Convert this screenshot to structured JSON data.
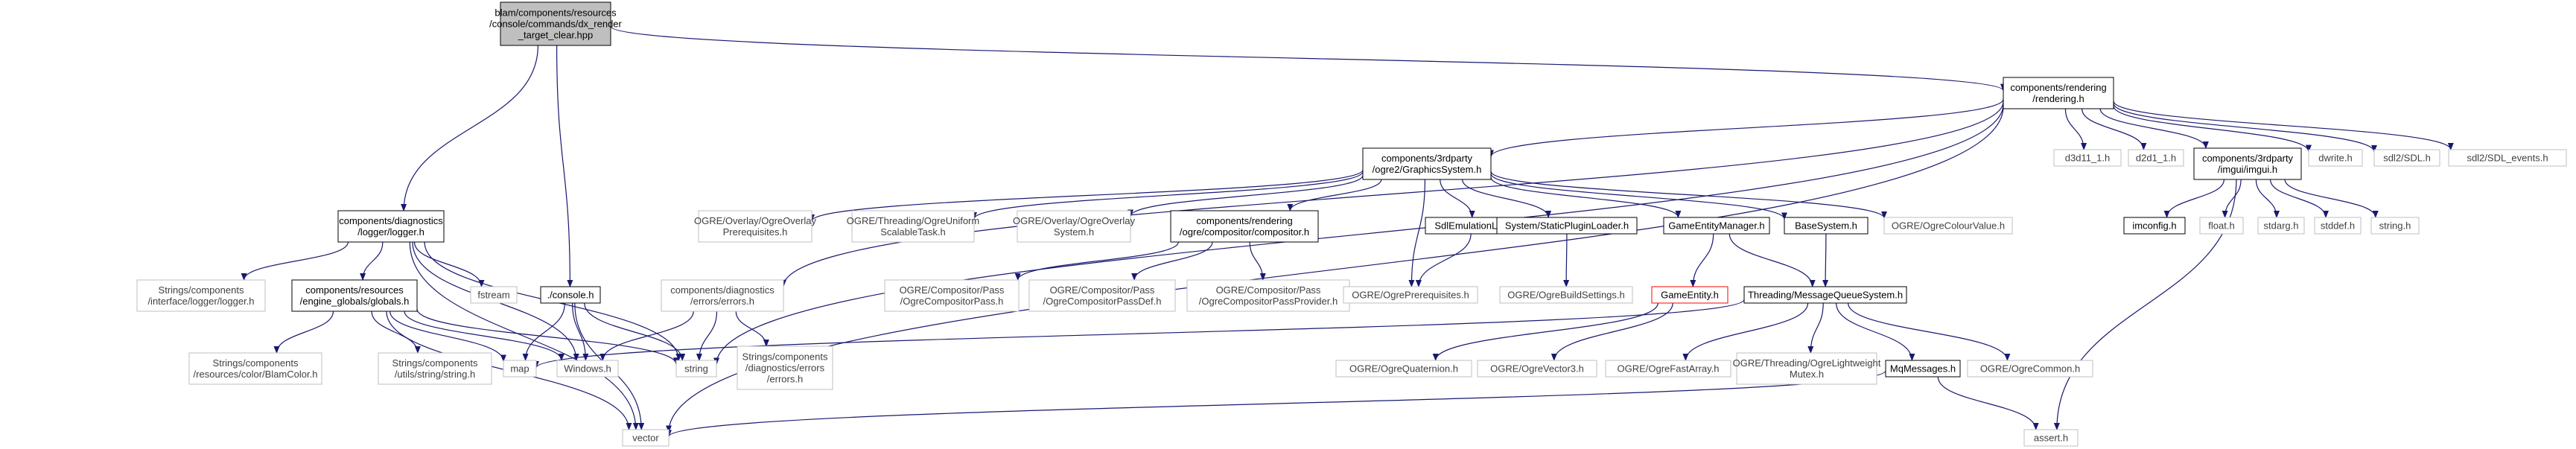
{
  "nodes": {
    "root": [
      "blam/components/resources",
      "/console/commands/dx_render",
      "_target_clear.hpp"
    ],
    "rendering": [
      "components/rendering",
      "/rendering.h"
    ],
    "logger": [
      "components/diagnostics",
      "/logger/logger.h"
    ],
    "console": [
      "./console.h"
    ],
    "graphics_system": [
      "components/3rdparty",
      "/ogre2/GraphicsSystem.h"
    ],
    "errors": [
      "components/diagnostics",
      "/errors/errors.h"
    ],
    "d3d11_1": [
      "d3d11_1.h"
    ],
    "d2d1_1": [
      "d2d1_1.h"
    ],
    "imgui": [
      "components/3rdparty",
      "/imgui/imgui.h"
    ],
    "dwrite": [
      "dwrite.h"
    ],
    "sdl": [
      "sdl2/SDL.h"
    ],
    "sdl_events": [
      "sdl2/SDL_events.h"
    ],
    "iface_logger": [
      "Strings/components",
      "/interface/logger/logger.h"
    ],
    "globals": [
      "components/resources",
      "/engine_globals/globals.h"
    ],
    "fstream": [
      "fstream"
    ],
    "overlay_prereq": [
      "OGRE/Overlay/OgreOverlay",
      "Prerequisites.h"
    ],
    "uniform_task": [
      "OGRE/Threading/OgreUniform",
      "ScalableTask.h"
    ],
    "overlay_system": [
      "OGRE/Overlay/OgreOverlay",
      "System.h"
    ],
    "compositor": [
      "components/rendering",
      "/ogre/compositor/compositor.h"
    ],
    "sdl_emulation": [
      "SdlEmulationLayer.h"
    ],
    "static_plugin": [
      "System/StaticPluginLoader.h"
    ],
    "entity_manager": [
      "GameEntityManager.h"
    ],
    "base_system": [
      "BaseSystem.h"
    ],
    "colour_value": [
      "OGRE/OgreColourValue.h"
    ],
    "imconfig": [
      "imconfig.h"
    ],
    "float": [
      "float.h"
    ],
    "stdarg": [
      "stdarg.h"
    ],
    "stddef": [
      "stddef.h"
    ],
    "string_h": [
      "string.h"
    ],
    "blam_color": [
      "Strings/components",
      "/resources/color/BlamColor.h"
    ],
    "map": [
      "map"
    ],
    "utils_string": [
      "Strings/components",
      "/utils/string/string.h"
    ],
    "windows": [
      "Windows.h"
    ],
    "string": [
      "string"
    ],
    "diag_errors": [
      "Strings/components",
      "/diagnostics/errors",
      "/errors.h"
    ],
    "comp_pass": [
      "OGRE/Compositor/Pass",
      "/OgreCompositorPass.h"
    ],
    "comp_pass_def": [
      "OGRE/Compositor/Pass",
      "/OgreCompositorPassDef.h"
    ],
    "comp_pass_provider": [
      "OGRE/Compositor/Pass",
      "/OgreCompositorPassProvider.h"
    ],
    "ogre_prereq": [
      "OGRE/OgrePrerequisites.h"
    ],
    "build_settings": [
      "OGRE/OgreBuildSettings.h"
    ],
    "game_entity": [
      "GameEntity.h"
    ],
    "mq_system": [
      "Threading/MessageQueueSystem.h"
    ],
    "quaternion": [
      "OGRE/OgreQuaternion.h"
    ],
    "vector3": [
      "OGRE/OgreVector3.h"
    ],
    "fast_array": [
      "OGRE/OgreFastArray.h"
    ],
    "lightweight_mutex": [
      "OGRE/Threading/OgreLightweight",
      "Mutex.h"
    ],
    "mq_messages": [
      "MqMessages.h"
    ],
    "ogre_common": [
      "OGRE/OgreCommon.h"
    ],
    "vector": [
      "vector"
    ],
    "assert": [
      "assert.h"
    ]
  },
  "colors": {
    "edge": "#191970",
    "root_fill": "#bfbfbf",
    "internal_border": "#000000",
    "external_border": "#bfbfbf",
    "highlight_border": "#ff0000"
  }
}
